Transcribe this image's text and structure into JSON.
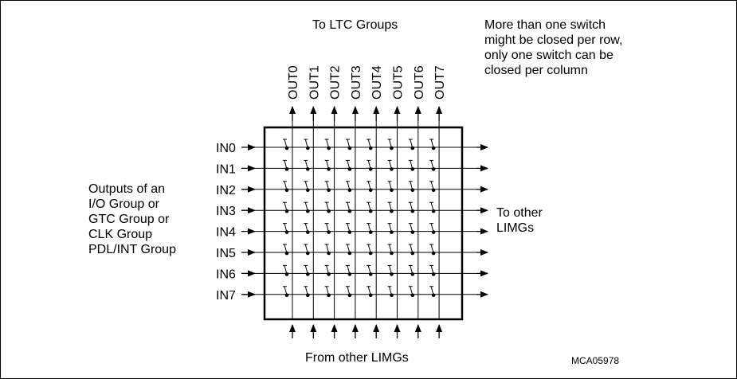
{
  "top_label": "To LTC Groups",
  "bottom_label": "From other LIMGs",
  "note": [
    "More than one switch",
    "might be closed per row,",
    "only one switch can be",
    "closed per column"
  ],
  "left_label": [
    "Outputs of an",
    "I/O Group or",
    "GTC Group or",
    "CLK Group",
    "PDL/INT Group"
  ],
  "right_label": [
    "To other",
    "LIMGs"
  ],
  "inputs": [
    "IN0",
    "IN1",
    "IN2",
    "IN3",
    "IN4",
    "IN5",
    "IN6",
    "IN7"
  ],
  "outputs": [
    "OUT0",
    "OUT1",
    "OUT2",
    "OUT3",
    "OUT4",
    "OUT5",
    "OUT6",
    "OUT7"
  ],
  "figure_id": "MCA05978"
}
